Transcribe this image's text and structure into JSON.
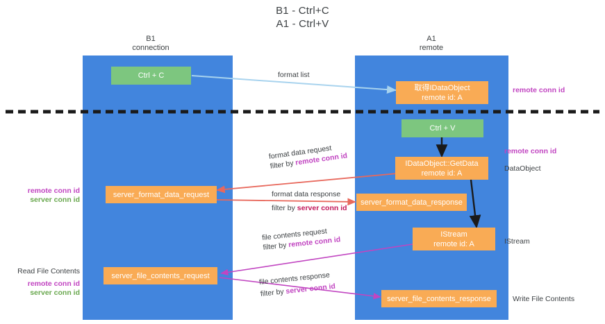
{
  "title": {
    "line1": "B1 - Ctrl+C",
    "line2": "A1 - Ctrl+V"
  },
  "columns": [
    {
      "name": "B1",
      "sub": "connection"
    },
    {
      "name": "A1",
      "sub": "remote"
    }
  ],
  "nodes": {
    "ctrl_c": {
      "line1": "Ctrl + C",
      "line2": ""
    },
    "get_idataobject": {
      "line1": "取得IDataObject",
      "line2": "remote id: A"
    },
    "ctrl_v": {
      "line1": "Ctrl + V",
      "line2": ""
    },
    "idataobject_getdata": {
      "line1": "IDataObject::GetData",
      "line2": "remote id: A"
    },
    "server_format_request": {
      "line1": "server_format_data_request",
      "line2": ""
    },
    "server_format_response": {
      "line1": "server_format_data_response",
      "line2": ""
    },
    "istream": {
      "line1": "IStream",
      "line2": "remote id: A"
    },
    "server_file_request": {
      "line1": "server_file_contents_request",
      "line2": ""
    },
    "server_file_response": {
      "line1": "server_file_contents_response",
      "line2": ""
    }
  },
  "edge_labels": {
    "format_list": {
      "text": "format list"
    },
    "format_data_request": {
      "text": "format data request",
      "filter_prefix": "filter by ",
      "filter_key": "remote conn id"
    },
    "format_data_response": {
      "text": "format data response",
      "filter_prefix": "filter by ",
      "filter_key": "server conn id"
    },
    "file_contents_request": {
      "text": "file contents request",
      "filter_prefix": "filter by ",
      "filter_key": "remote conn id"
    },
    "file_contents_response": {
      "text": "file contents response",
      "filter_prefix": "filter by ",
      "filter_key": "server conn id"
    }
  },
  "annotations": {
    "right_remote_top": "remote conn id",
    "right_remote_mid": "remote conn id",
    "right_dataobject": "DataObject",
    "right_istream": "IStream",
    "right_write_file": "Write File Contents",
    "left_remote_conn": "remote conn id",
    "left_server_conn": "server conn id",
    "left_read_file": "Read File Contents",
    "left_remote_conn2": "remote conn id",
    "left_server_conn2": "server conn id"
  },
  "colors": {
    "lane": "#4285dd",
    "green": "#7dc67f",
    "orange": "#f9ab55",
    "arrow_blue": "#a8d3ee",
    "arrow_red": "#e8685c",
    "arrow_magenta": "#c145c1",
    "arrow_black": "#1a1a1a",
    "remote_key": "#c145c1",
    "server_key": "#6aa84f"
  }
}
